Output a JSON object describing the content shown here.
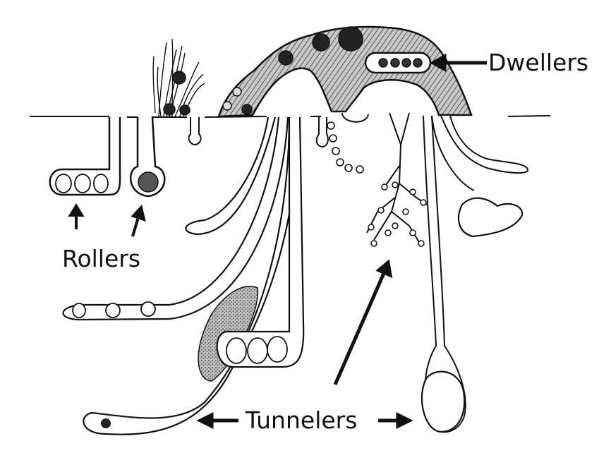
{
  "labels": {
    "dwellers": "Dwellers",
    "rollers": "Rollers",
    "tunnelers": "Tunnelers"
  },
  "colors": {
    "ink": "#111111",
    "hatch_fill": "#a9a9a9",
    "stipple_fill": "#9a9a9a",
    "background": "#ffffff"
  }
}
